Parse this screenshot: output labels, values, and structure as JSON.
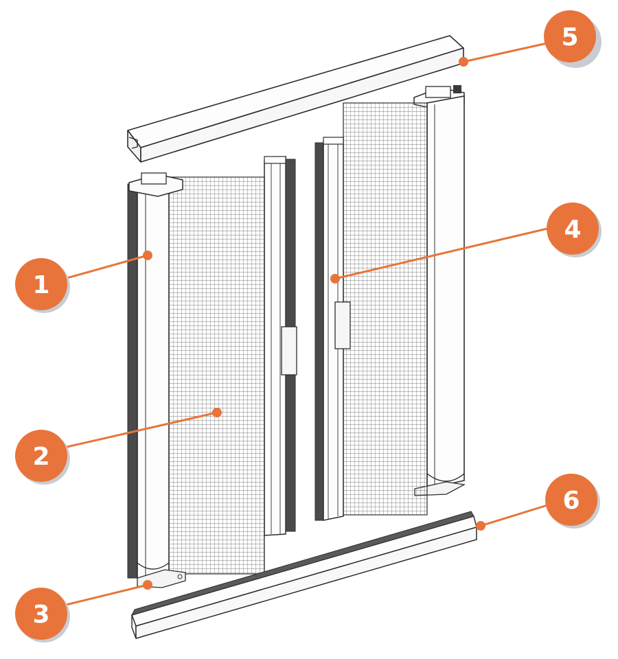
{
  "colors": {
    "accent": "#e8743b",
    "accent_shadow": "#c9cdd3",
    "frame_fill": "#fdfdfd",
    "outline": "#2d2d2d",
    "mesh": "#7a7a7a",
    "dark_edge": "#4a4a4a"
  },
  "callouts": [
    {
      "label": "1",
      "part": "left-cassette"
    },
    {
      "label": "2",
      "part": "mesh-screen"
    },
    {
      "label": "3",
      "part": "bottom-bracket"
    },
    {
      "label": "4",
      "part": "right-handle-bar"
    },
    {
      "label": "5",
      "part": "top-rail"
    },
    {
      "label": "6",
      "part": "bottom-track"
    }
  ]
}
